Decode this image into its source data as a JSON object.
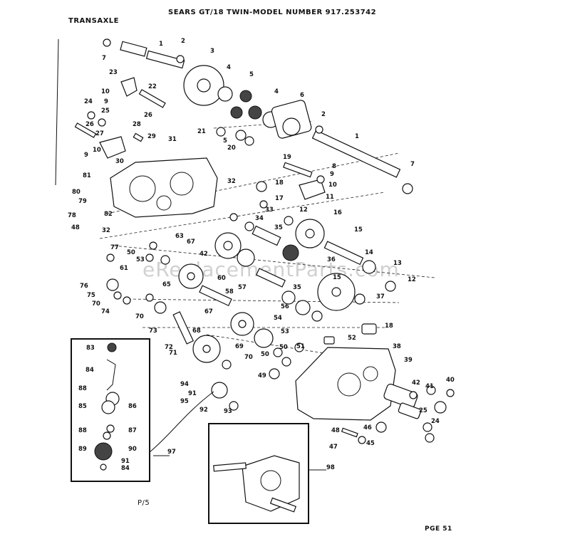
{
  "header": {
    "title": "SEARS GT/18 TWIN-MODEL NUMBER 917.253742",
    "section": "TRANSAXLE"
  },
  "page_number": "P/5",
  "footer_code": "PGE 51",
  "watermark": "eReplacementParts.com",
  "callouts": [
    {
      "label": "7"
    },
    {
      "label": "1"
    },
    {
      "label": "2"
    },
    {
      "label": "3"
    },
    {
      "label": "4"
    },
    {
      "label": "5"
    },
    {
      "label": "23"
    },
    {
      "label": "22"
    },
    {
      "label": "4"
    },
    {
      "label": "6"
    },
    {
      "label": "2"
    },
    {
      "label": "1"
    },
    {
      "label": "10"
    },
    {
      "label": "9"
    },
    {
      "label": "24"
    },
    {
      "label": "25"
    },
    {
      "label": "26"
    },
    {
      "label": "26"
    },
    {
      "label": "21"
    },
    {
      "label": "5"
    },
    {
      "label": "20"
    },
    {
      "label": "27"
    },
    {
      "label": "28"
    },
    {
      "label": "29"
    },
    {
      "label": "31"
    },
    {
      "label": "10"
    },
    {
      "label": "9"
    },
    {
      "label": "30"
    },
    {
      "label": "19"
    },
    {
      "label": "8"
    },
    {
      "label": "9"
    },
    {
      "label": "10"
    },
    {
      "label": "7"
    },
    {
      "label": "81"
    },
    {
      "label": "32"
    },
    {
      "label": "18"
    },
    {
      "label": "11"
    },
    {
      "label": "17"
    },
    {
      "label": "80"
    },
    {
      "label": "79"
    },
    {
      "label": "78"
    },
    {
      "label": "82"
    },
    {
      "label": "48"
    },
    {
      "label": "33"
    },
    {
      "label": "34"
    },
    {
      "label": "12"
    },
    {
      "label": "16"
    },
    {
      "label": "32"
    },
    {
      "label": "63"
    },
    {
      "label": "35"
    },
    {
      "label": "15"
    },
    {
      "label": "77"
    },
    {
      "label": "67"
    },
    {
      "label": "42"
    },
    {
      "label": "50"
    },
    {
      "label": "53"
    },
    {
      "label": "14"
    },
    {
      "label": "61"
    },
    {
      "label": "36"
    },
    {
      "label": "13"
    },
    {
      "label": "65"
    },
    {
      "label": "60"
    },
    {
      "label": "15"
    },
    {
      "label": "76"
    },
    {
      "label": "57"
    },
    {
      "label": "35"
    },
    {
      "label": "12"
    },
    {
      "label": "75"
    },
    {
      "label": "70"
    },
    {
      "label": "74"
    },
    {
      "label": "58"
    },
    {
      "label": "56"
    },
    {
      "label": "37"
    },
    {
      "label": "70"
    },
    {
      "label": "73"
    },
    {
      "label": "67"
    },
    {
      "label": "54"
    },
    {
      "label": "18"
    },
    {
      "label": "72"
    },
    {
      "label": "68"
    },
    {
      "label": "53"
    },
    {
      "label": "52"
    },
    {
      "label": "71"
    },
    {
      "label": "69"
    },
    {
      "label": "51"
    },
    {
      "label": "50"
    },
    {
      "label": "38"
    },
    {
      "label": "70"
    },
    {
      "label": "50"
    },
    {
      "label": "39"
    },
    {
      "label": "49"
    },
    {
      "label": "94"
    },
    {
      "label": "91"
    },
    {
      "label": "42"
    },
    {
      "label": "40"
    },
    {
      "label": "41"
    },
    {
      "label": "95"
    },
    {
      "label": "92"
    },
    {
      "label": "93"
    },
    {
      "label": "25"
    },
    {
      "label": "46"
    },
    {
      "label": "24"
    },
    {
      "label": "48"
    },
    {
      "label": "47"
    },
    {
      "label": "45"
    },
    {
      "label": "97"
    },
    {
      "label": "98"
    },
    {
      "label": "83"
    },
    {
      "label": "84"
    },
    {
      "label": "88"
    },
    {
      "label": "85"
    },
    {
      "label": "86"
    },
    {
      "label": "88"
    },
    {
      "label": "87"
    },
    {
      "label": "89"
    },
    {
      "label": "90"
    },
    {
      "label": "91"
    },
    {
      "label": "84"
    }
  ]
}
